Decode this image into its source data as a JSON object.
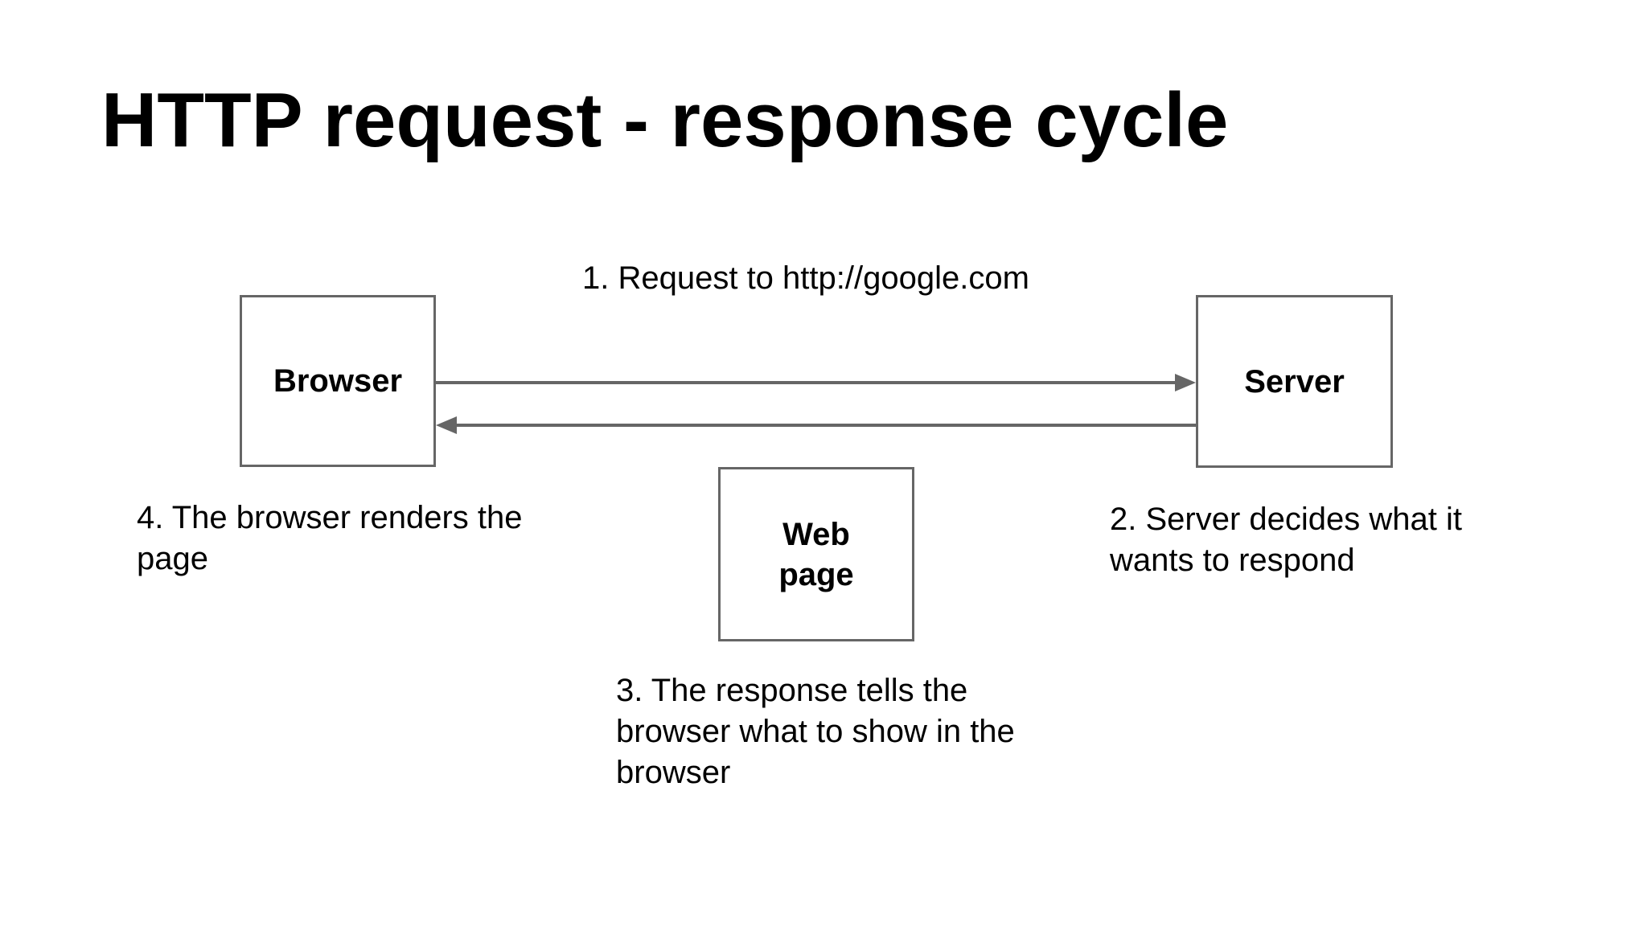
{
  "slide": {
    "title": "HTTP request - response cycle",
    "colors": {
      "background": "#ffffff",
      "text": "#000000",
      "shape": "#666666"
    }
  },
  "nodes": {
    "browser": {
      "label": "Browser"
    },
    "server": {
      "label": "Server"
    },
    "webpage": {
      "label": "Web page"
    }
  },
  "steps": {
    "request": "1. Request to http://google.com",
    "server_decides": "2. Server decides what it wants to respond",
    "response": "3. The response tells the browser what to show in the browser",
    "render": "4. The browser renders the page"
  }
}
